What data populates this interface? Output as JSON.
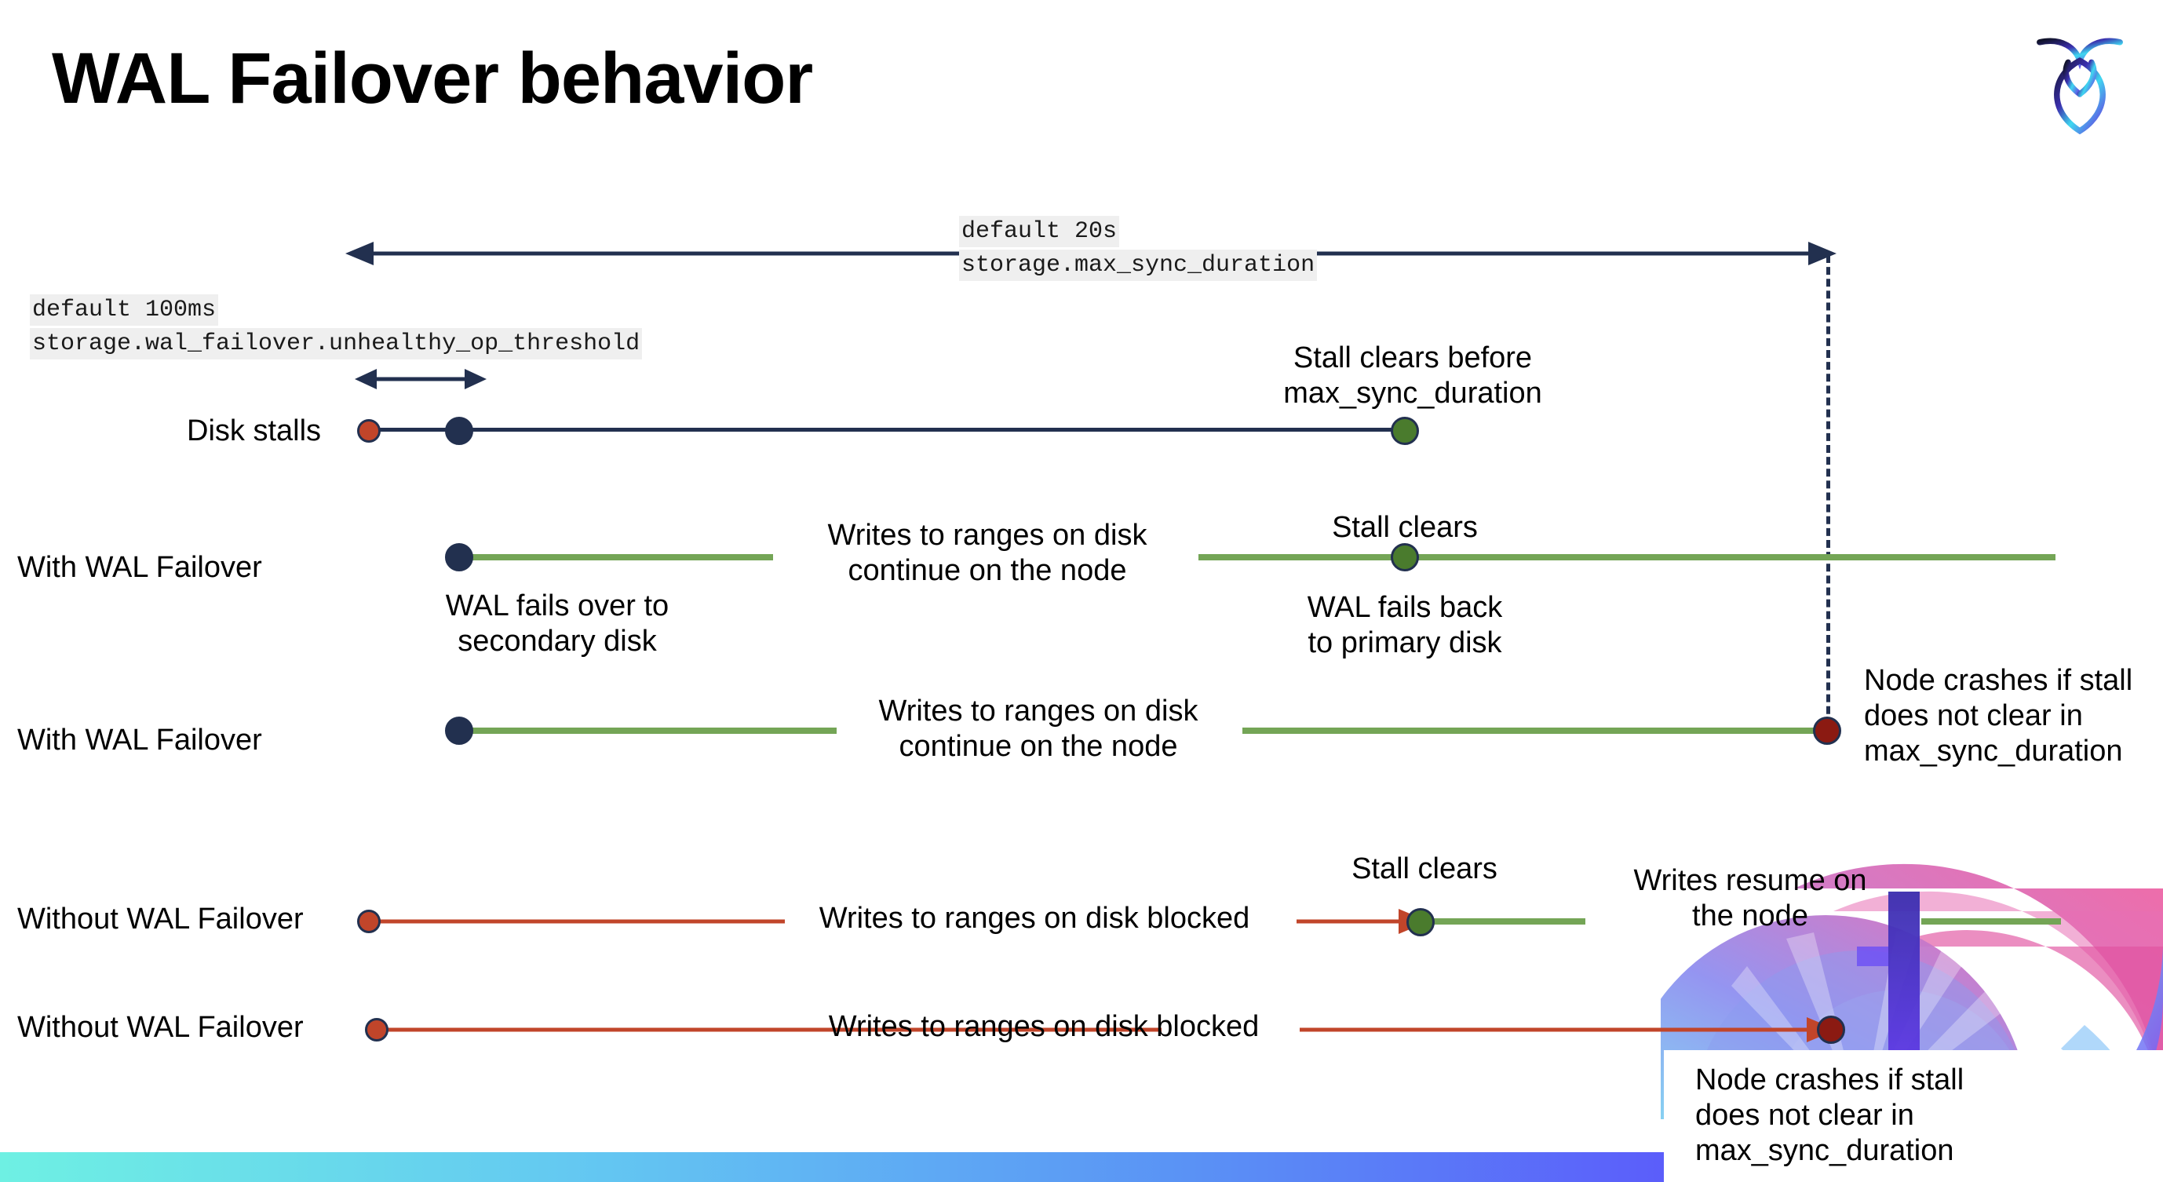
{
  "slide": {
    "title": "WAL Failover behavior",
    "logo_name": "cockroachdb-logo"
  },
  "annotations": {
    "max_sync": {
      "default": "default 20s",
      "setting": "storage.max_sync_duration"
    },
    "unhealthy_op": {
      "default": "default 100ms",
      "setting": "storage.wal_failover.unhealthy_op_threshold"
    }
  },
  "rows": [
    {
      "label": "Disk stalls",
      "notes": {
        "stall_clears_before": "Stall clears before\nmax_sync_duration"
      }
    },
    {
      "label": "With WAL Failover",
      "notes": {
        "writes_continue": "Writes to ranges on disk\ncontinue on the node",
        "fails_over": "WAL fails over to\nsecondary disk",
        "stall_clears": "Stall clears",
        "fails_back": "WAL fails  back\nto primary disk"
      }
    },
    {
      "label": "With WAL Failover",
      "notes": {
        "writes_continue": "Writes to ranges on disk\ncontinue on the node",
        "node_crashes": "Node crashes if stall\ndoes not clear in\nmax_sync_duration"
      }
    },
    {
      "label": "Without WAL Failover",
      "notes": {
        "writes_blocked": "Writes to ranges on disk  blocked",
        "stall_clears": "Stall clears",
        "writes_resume": "Writes resume on\nthe node"
      }
    },
    {
      "label": "Without WAL Failover",
      "notes": {
        "writes_blocked": "Writes to ranges on disk  blocked",
        "node_crashes": "Node crashes if stall\ndoes not clear in\nmax_sync_duration"
      }
    }
  ],
  "colors": {
    "navy": "#22304f",
    "green_line": "#74a556",
    "green_dot": "#4a7b2d",
    "red_line": "#c1452a",
    "red_dot": "#c1452a",
    "dark_red_dot": "#8b1a12",
    "code_bg": "#efefef",
    "bar_start": "#6ef0e3",
    "bar_end": "#6a3df7"
  }
}
